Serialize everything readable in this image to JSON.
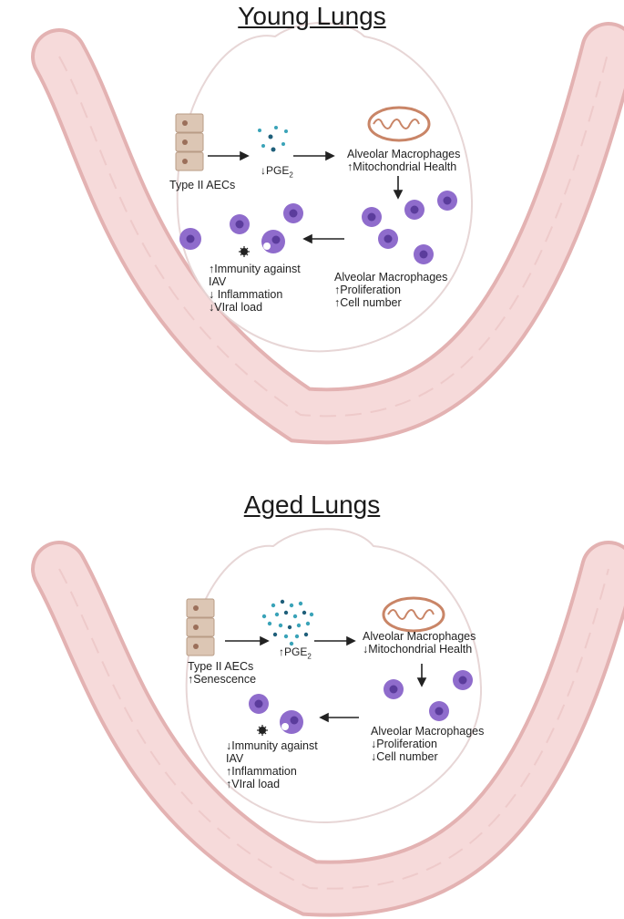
{
  "young": {
    "title": "Young Lungs",
    "aec": {
      "name": "Type II AECs"
    },
    "pge": {
      "arrow": "↓",
      "text": "PGE",
      "sub": "2"
    },
    "am_top": {
      "name": "Alveolar Macrophages",
      "line1": "↑Mitochondrial Health"
    },
    "am_bottom": {
      "name": "Alveolar Macrophages",
      "line1": "↑Proliferation",
      "line2": "↑Cell number"
    },
    "outcome": {
      "line1": "↑Immunity against",
      "line2": "IAV",
      "line3": "↓ Inflammation",
      "line4": "↓VIral load"
    }
  },
  "aged": {
    "title": "Aged Lungs",
    "aec": {
      "name": "Type II AECs",
      "line1": "↑Senescence"
    },
    "pge": {
      "arrow": "↑",
      "text": "PGE",
      "sub": "2"
    },
    "am_top": {
      "name": "Alveolar Macrophages",
      "line1": "↓Mitochondrial Health"
    },
    "am_bottom": {
      "name": "Alveolar Macrophages",
      "line1": "↓Proliferation",
      "line2": "↓Cell number"
    },
    "outcome": {
      "line1": "↓Immunity against",
      "line2": "IAV",
      "line3": "↑Inflammation",
      "line4": "↑VIral load"
    }
  },
  "colors": {
    "vessel": "#f2cfcf",
    "vessel_edge": "#e2a8a8",
    "macrophage": "#8a68c8",
    "nucleus": "#5a3a98",
    "aec": "#d9c3b1",
    "mito": "#c9836a",
    "dot": "#2a9fb8"
  }
}
